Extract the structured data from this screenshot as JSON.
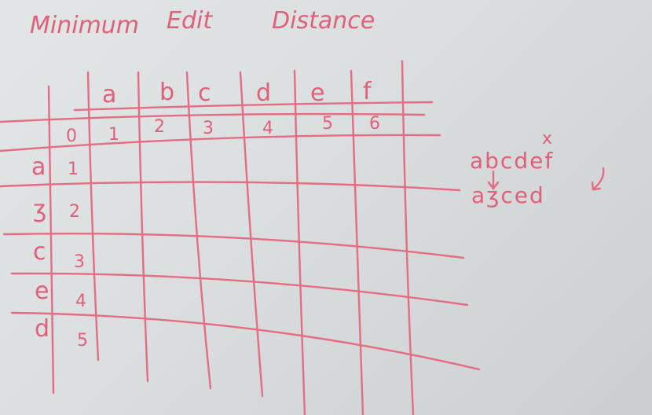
{
  "title": {
    "word1": "Minimum",
    "word2": "Edit",
    "word3": "Distance"
  },
  "table": {
    "column_letters": [
      "a",
      "b",
      "c",
      "d",
      "e",
      "f"
    ],
    "row_zero": [
      "0",
      "1",
      "2",
      "3",
      "4",
      "5",
      "6"
    ],
    "row_letters": [
      "a",
      "ʒ",
      "c",
      "e",
      "d"
    ],
    "row_numbers": [
      "1",
      "2",
      "3",
      "4",
      "5"
    ]
  },
  "side_note": {
    "mark": "x",
    "line1": "abcdef",
    "line2": "aʒced"
  },
  "colors": {
    "ink": "#e0607a",
    "board": "#dcdfe0"
  }
}
